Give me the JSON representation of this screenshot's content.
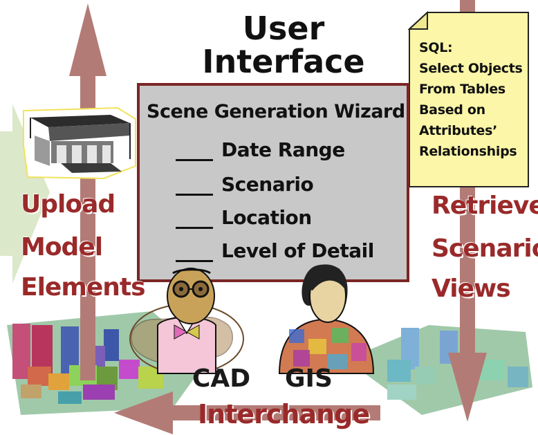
{
  "header": {
    "line1": "User",
    "line2": "Interface"
  },
  "wizard": {
    "title": "Scene Generation Wizard",
    "items": [
      "Date Range",
      "Scenario",
      "Location",
      "Level of Detail"
    ]
  },
  "sql_note": {
    "text": "SQL:\nSelect Objects\nFrom Tables\nBased on\nAttributes’\nRelationships"
  },
  "left_label": {
    "line1": "Upload",
    "line2": "Model",
    "line3": "Elements"
  },
  "right_label": {
    "line1": "Retrieve",
    "line2": "Scenario",
    "line3": "Views"
  },
  "people": {
    "cad": "CAD",
    "gis": "GIS"
  },
  "bottom_label": "Interchange",
  "colors": {
    "arrow": "#b37b76",
    "accent_red": "#9a2a2a",
    "wizard_bg": "#c8c8c8",
    "note_bg": "#fbf6a8",
    "green_ground": "#8fbf9a",
    "left_arrow": "#dbe8c9"
  }
}
